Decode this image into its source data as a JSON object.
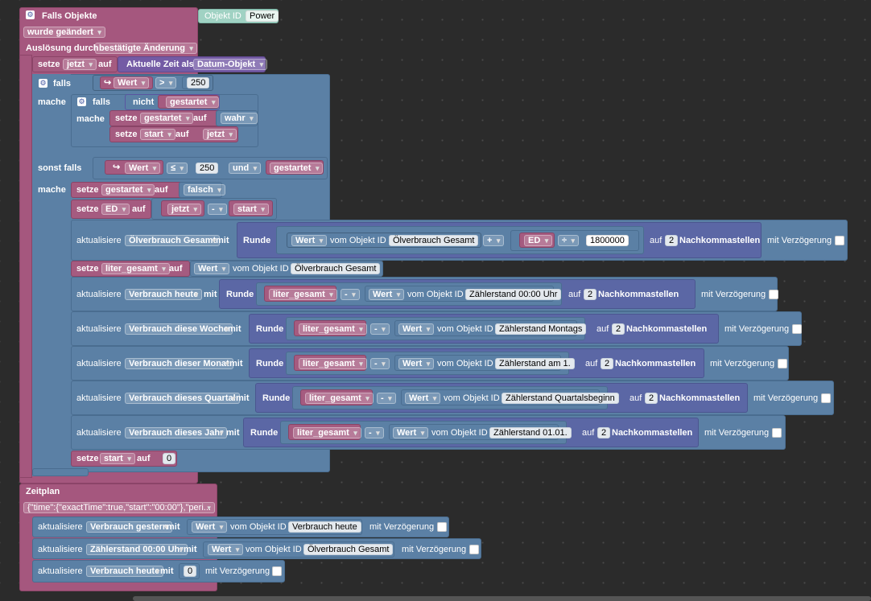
{
  "event": {
    "title": "Falls Objekte",
    "obj_label": "Objekt ID",
    "obj_value": "Power",
    "changed": "wurde geändert",
    "trigger_label": "Auslösung durch",
    "trigger_value": "bestätigte Änderung"
  },
  "set_now": {
    "setze": "setze",
    "var": "jetzt",
    "auf": "auf",
    "value": "Aktuelle Zeit als",
    "format": "Datum-Objekt"
  },
  "if1": {
    "falls": "falls",
    "wert": "Wert",
    "op": ">",
    "num": "250",
    "mache": "mache",
    "falls2": "falls",
    "nicht": "nicht",
    "gestartet": "gestartet",
    "set1": {
      "setze": "setze",
      "var": "gestartet",
      "auf": "auf",
      "value": "wahr"
    },
    "set2": {
      "setze": "setze",
      "var": "start",
      "auf": "auf",
      "value": "jetzt"
    }
  },
  "elif": {
    "sonst": "sonst falls",
    "wert": "Wert",
    "op": "≤",
    "num": "250",
    "und": "und",
    "gestartet": "gestartet",
    "mache": "mache"
  },
  "e_set1": {
    "setze": "setze",
    "var": "gestartet",
    "auf": "auf",
    "value": "falsch"
  },
  "e_set2": {
    "setze": "setze",
    "var": "ED",
    "auf": "auf",
    "a": "jetzt",
    "op": "-",
    "b": "start"
  },
  "upd1": {
    "aktualisiere": "aktualisiere",
    "obj": "Ölverbrauch Gesamt",
    "mit": "mit",
    "runde": "Runde",
    "wert": "Wert",
    "vom": "vom Objekt ID",
    "src": "Ölverbrauch Gesamt",
    "plus": "+",
    "ed": "ED",
    "div": "÷",
    "num": "1800000",
    "auf": "auf",
    "n": "2",
    "nk": "Nachkommastellen",
    "verz": "mit Verzögerung"
  },
  "liter": {
    "setze": "setze",
    "var": "liter_gesamt",
    "auf": "auf",
    "wert": "Wert",
    "vom": "vom Objekt ID",
    "src": "Ölverbrauch Gesamt"
  },
  "updates": [
    {
      "aktualisiere": "aktualisiere",
      "obj": "Verbrauch heute",
      "mit": "mit",
      "runde": "Runde",
      "var": "liter_gesamt",
      "op": "-",
      "wert": "Wert",
      "vom": "vom Objekt ID",
      "src": "Zählerstand 00:00 Uhr",
      "auf": "auf",
      "n": "2",
      "nk": "Nachkommastellen",
      "verz": "mit Verzögerung"
    },
    {
      "aktualisiere": "aktualisiere",
      "obj": "Verbrauch diese Woche",
      "mit": "mit",
      "runde": "Runde",
      "var": "liter_gesamt",
      "op": "-",
      "wert": "Wert",
      "vom": "vom Objekt ID",
      "src": "Zählerstand Montags",
      "auf": "auf",
      "n": "2",
      "nk": "Nachkommastellen",
      "verz": "mit Verzögerung"
    },
    {
      "aktualisiere": "aktualisiere",
      "obj": "Verbrauch dieser Monat",
      "mit": "mit",
      "runde": "Runde",
      "var": "liter_gesamt",
      "op": "-",
      "wert": "Wert",
      "vom": "vom Objekt ID",
      "src": "Zählerstand am 1.",
      "auf": "auf",
      "n": "2",
      "nk": "Nachkommastellen",
      "verz": "mit Verzögerung"
    },
    {
      "aktualisiere": "aktualisiere",
      "obj": "Verbrauch dieses Quartal",
      "mit": "mit",
      "runde": "Runde",
      "var": "liter_gesamt",
      "op": "-",
      "wert": "Wert",
      "vom": "vom Objekt ID",
      "src": "Zählerstand Quartalsbeginn",
      "auf": "auf",
      "n": "2",
      "nk": "Nachkommastellen",
      "verz": "mit Verzögerung"
    },
    {
      "aktualisiere": "aktualisiere",
      "obj": "Verbrauch dieses Jahr",
      "mit": "mit",
      "runde": "Runde",
      "var": "liter_gesamt",
      "op": "-",
      "wert": "Wert",
      "vom": "vom Objekt ID",
      "src": "Zählerstand 01.01.",
      "auf": "auf",
      "n": "2",
      "nk": "Nachkommastellen",
      "verz": "mit Verzögerung"
    }
  ],
  "set_start": {
    "setze": "setze",
    "var": "start",
    "auf": "auf",
    "value": "0"
  },
  "schedule": {
    "title": "Zeitplan",
    "config": "{\"time\":{\"exactTime\":true,\"start\":\"00:00\"},\"peri..."
  },
  "s_upd1": {
    "aktualisiere": "aktualisiere",
    "obj": "Verbrauch gestern",
    "mit": "mit",
    "wert": "Wert",
    "vom": "vom Objekt ID",
    "src": "Verbrauch heute",
    "verz": "mit Verzögerung"
  },
  "s_upd2": {
    "aktualisiere": "aktualisiere",
    "obj": "Zählerstand 00:00 Uhr",
    "mit": "mit",
    "wert": "Wert",
    "vom": "vom Objekt ID",
    "src": "Ölverbrauch Gesamt",
    "verz": "mit Verzögerung"
  },
  "s_upd3": {
    "aktualisiere": "aktualisiere",
    "obj": "Verbrauch heute",
    "mit": "mit",
    "value": "0",
    "verz": "mit Verzögerung"
  }
}
